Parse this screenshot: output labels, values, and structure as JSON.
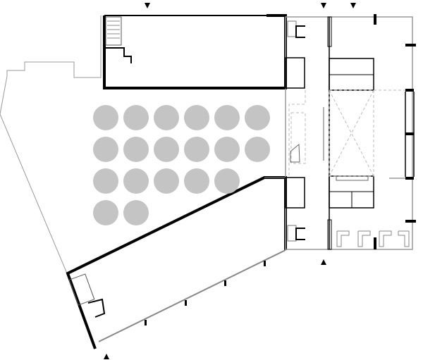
{
  "plan": {
    "tree_rows": [
      6,
      6,
      5,
      2
    ],
    "entrance_markers": 5,
    "colors": {
      "wall": "#000000",
      "thin_line": "#888888",
      "tree": "#c4c4c4",
      "dashed": "#bbbbbb"
    }
  }
}
